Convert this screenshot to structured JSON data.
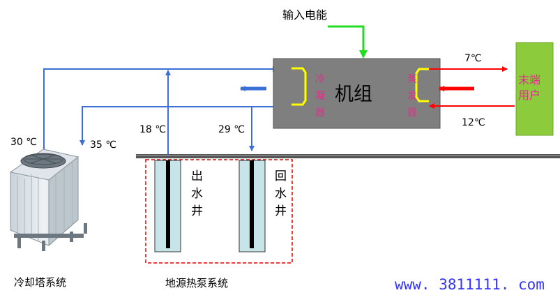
{
  "top_label": "输入电能",
  "unit": {
    "title": "机组",
    "condenser": "冷凝器",
    "evaporator": "蒸发器"
  },
  "user_end": "末端用户",
  "temps": {
    "supply_cold": "7℃",
    "return_cold": "12℃",
    "tower_supply": "30 ℃",
    "tower_return": "35 ℃",
    "well_out": "18 ℃",
    "well_back": "29 ℃"
  },
  "wells": {
    "out": "出水井",
    "back": "回水井"
  },
  "captions": {
    "cooling_tower": "冷却塔系统",
    "ground_source": "地源热泵系统"
  },
  "watermark": "www. 3811111. com",
  "colors": {
    "pipe_blue": "#3b6fd8",
    "arrow_red": "#ff0000",
    "arrow_green": "#22dd22",
    "unit_gray": "#7f7f7f",
    "user_green": "#8ccc3c",
    "coil_yellow": "#ffff00",
    "label_pink": "#e0308a",
    "well_cyan": "#c7e4e8",
    "dashed_red": "#dd0000",
    "url_blue": "#3333ff"
  }
}
